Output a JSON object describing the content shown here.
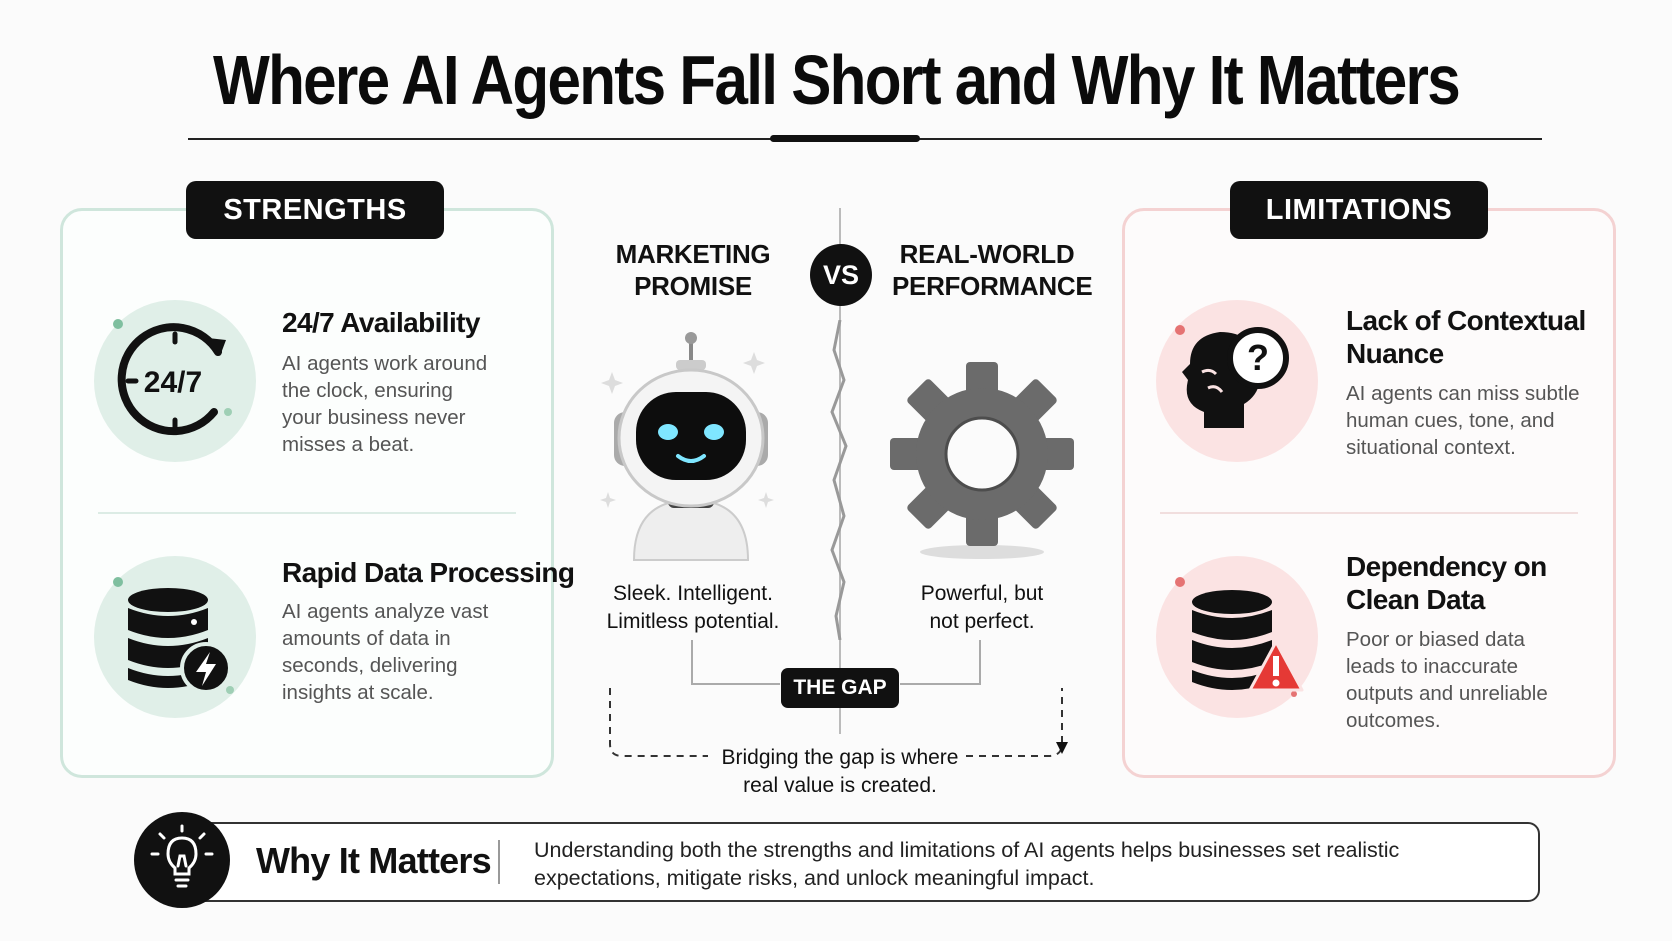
{
  "title": "Where AI Agents Fall Short and Why It Matters",
  "strengths": {
    "label": "STRENGTHS",
    "items": [
      {
        "title": "24/7 Availability",
        "icon": "clock-24-7-icon",
        "icon_text": "24/7",
        "desc": [
          "AI agents work around",
          "the clock, ensuring",
          "your business never",
          "misses a beat."
        ]
      },
      {
        "title": "Rapid Data Processing",
        "icon": "database-lightning-icon",
        "desc": [
          "AI agents analyze vast",
          "amounts of data in",
          "seconds, delivering",
          "insights at scale."
        ]
      }
    ]
  },
  "limitations": {
    "label": "LIMITATIONS",
    "items": [
      {
        "title": [
          "Lack of Contextual",
          "Nuance"
        ],
        "icon": "head-question-icon",
        "desc": [
          "AI agents can miss subtle",
          "human cues, tone, and",
          "situational context."
        ]
      },
      {
        "title": [
          "Dependency on",
          "Clean Data"
        ],
        "icon": "database-warning-icon",
        "desc": [
          "Poor or biased data",
          "leads to inaccurate",
          "outputs and unreliable",
          "outcomes."
        ]
      }
    ]
  },
  "comparison": {
    "left_heading": [
      "MARKETING",
      "PROMISE"
    ],
    "vs": "VS",
    "right_heading": [
      "REAL-WORLD",
      "PERFORMANCE"
    ],
    "left_caption": [
      "Sleek. Intelligent.",
      "Limitless potential."
    ],
    "right_caption": [
      "Powerful, but",
      "not perfect."
    ],
    "gap_label": "THE GAP",
    "bridge_text": [
      "Bridging the gap is where",
      "real value is created."
    ]
  },
  "why": {
    "title": "Why It Matters",
    "text": [
      "Understanding both the strengths and limitations of AI agents helps businesses set realistic",
      "expectations, mitigate risks, and unlock meaningful impact."
    ]
  },
  "colors": {
    "strength_accent": "#e0efe8",
    "limitation_accent": "#fbe3e3",
    "warning": "#e53935",
    "dark": "#111111"
  }
}
